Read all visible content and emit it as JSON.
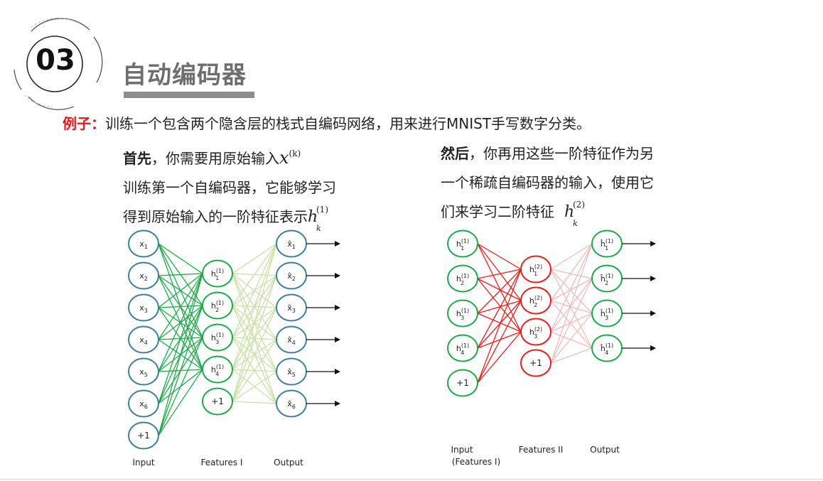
{
  "section_number": "03",
  "title": "自动编码器",
  "example": {
    "label": "例子：",
    "text": "训练一个包含两个隐含层的栈式自编码网络，用来进行MNIST手写数字分类。"
  },
  "left_text": {
    "lead": "首先",
    "line1_rest": "，你需要用原始输入",
    "line1_math": "x",
    "line1_sup": "(k)",
    "line2": "训练第一个自编码器，它能够学习",
    "line3": "得到原始输入的一阶特征表示",
    "line3_math": "h",
    "line3_sup": "(1)",
    "line3_sub": "k"
  },
  "right_text": {
    "lead": "然后",
    "line1_rest": "，你再用这些一阶特征作为另",
    "line2": "一个稀疏自编码器的输入，使用它",
    "line3": "们来学习二阶特征",
    "line3_math": "h",
    "line3_sup": "(2)",
    "line3_sub": "k"
  },
  "diagram1": {
    "colors": {
      "node_input": "#3d7f97",
      "node_hidden": "#1fa84a",
      "edges_enc": "#1fa84a",
      "edges_dec": "#c9e0a6"
    },
    "inputs": [
      "x1",
      "x2",
      "x3",
      "x4",
      "x5",
      "x6",
      "+1"
    ],
    "hidden": [
      "h1(1)",
      "h2(1)",
      "h3(1)",
      "h4(1)",
      "+1"
    ],
    "outputs": [
      "x̂1",
      "x̂2",
      "x̂3",
      "x̂4",
      "x̂5",
      "x̂6"
    ],
    "labels": {
      "input": "Input",
      "features": "Features I",
      "output": "Output"
    }
  },
  "diagram2": {
    "colors": {
      "node_input": "#1fa84a",
      "node_hidden": "#e81e1e",
      "edges_enc": "#e81e1e",
      "edges_dec": "#edbcbc"
    },
    "inputs": [
      "h1(1)",
      "h2(1)",
      "h3(1)",
      "h4(1)",
      "+1"
    ],
    "hidden": [
      "h1(2)",
      "h2(2)",
      "h3(2)",
      "+1"
    ],
    "outputs": [
      "ĥ1(1)",
      "ĥ2(1)",
      "ĥ3(1)",
      "ĥ4(1)"
    ],
    "labels": {
      "input": "Input",
      "input2": "(Features I)",
      "features": "Features II",
      "output": "Output"
    }
  }
}
